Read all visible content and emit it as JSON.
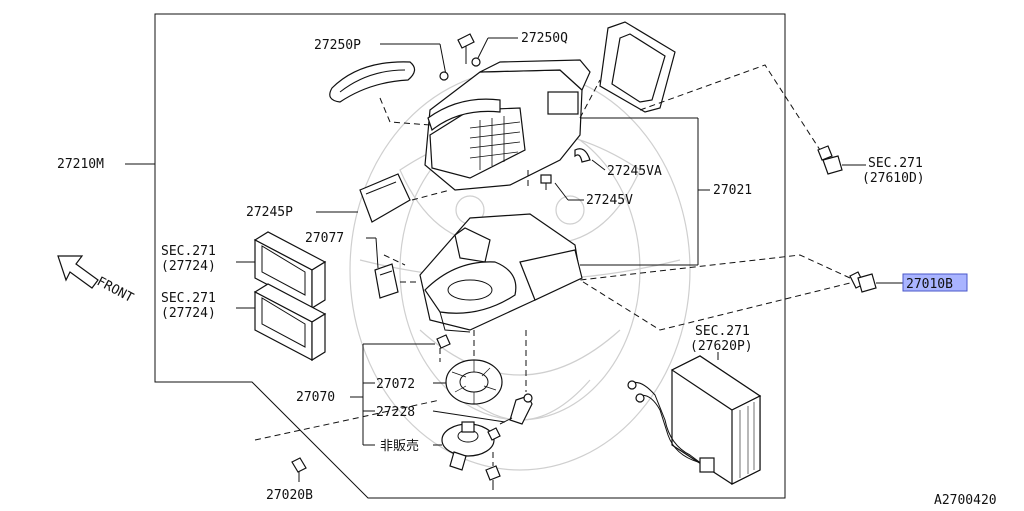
{
  "diagram_id": "A2700420",
  "front_label": "FRONT",
  "callouts": {
    "c_27250P": "27250P",
    "c_27250Q": "27250Q",
    "c_27210M": "27210M",
    "c_27245VA": "27245VA",
    "c_27021": "27021",
    "c_27245V": "27245V",
    "c_27245P": "27245P",
    "c_27077": "27077",
    "c_sec271_1_a": "SEC.271",
    "c_sec271_1_b": "(27724)",
    "c_sec271_2_a": "SEC.271",
    "c_sec271_2_b": "(27724)",
    "c_sec271_3_a": "SEC.271",
    "c_sec271_3_b": "(27610D)",
    "c_27010B": "27010B",
    "c_sec271_4_a": "SEC.271",
    "c_sec271_4_b": "(27620P)",
    "c_27070": "27070",
    "c_27072": "27072",
    "c_27228": "27228",
    "c_hihanbai": "非販売",
    "c_27020B": "27020B"
  },
  "highlight_color": "#a9b4ff"
}
